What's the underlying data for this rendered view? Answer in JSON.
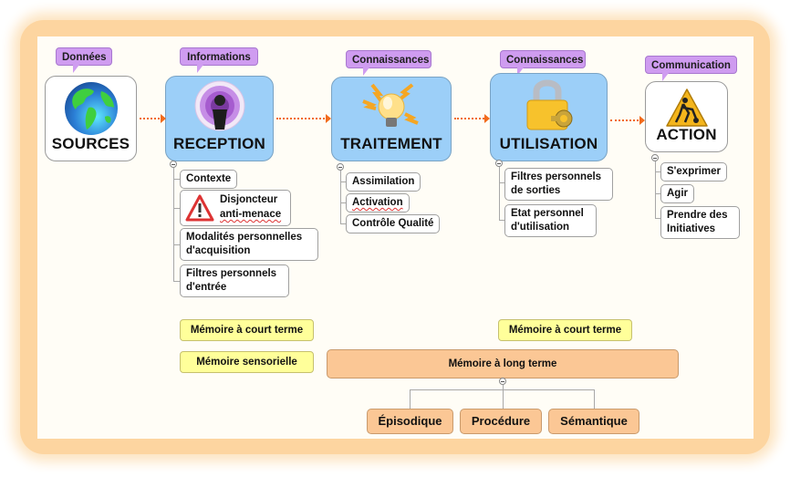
{
  "stages": [
    {
      "id": "sources",
      "callout": "Données",
      "title": "SOURCES",
      "icon": "globe-icon",
      "style": "white"
    },
    {
      "id": "reception",
      "callout": "Informations",
      "title": "RECEPTION",
      "icon": "podcast-icon",
      "style": "blue"
    },
    {
      "id": "traitement",
      "callout": "Connaissances",
      "title": "TRAITEMENT",
      "icon": "lightbulb-icon",
      "style": "blue"
    },
    {
      "id": "utilisation",
      "callout": "Connaissances",
      "title": "UTILISATION",
      "icon": "padlock-key-icon",
      "style": "blue"
    },
    {
      "id": "action",
      "callout": "Communication",
      "title": "ACTION",
      "icon": "construction-worker-icon",
      "style": "white"
    }
  ],
  "reception_children": {
    "contexte": "Contexte",
    "disjoncteur_l1": "Disjoncteur",
    "disjoncteur_l2": "anti-menace",
    "modalites_l1": "Modalités personnelles",
    "modalites_l2": "d'acquisition",
    "filtres_l1": "Filtres personnels",
    "filtres_l2": "d'entrée"
  },
  "traitement_children": [
    "Assimilation",
    "Activation",
    "Contrôle Qualité"
  ],
  "utilisation_children": {
    "filtres_l1": "Filtres personnels",
    "filtres_l2": "de sorties",
    "etat_l1": "Etat personnel",
    "etat_l2": "d'utilisation"
  },
  "action_children": {
    "exprimer": "S'exprimer",
    "agir": "Agir",
    "prendre_l1": "Prendre des",
    "prendre_l2": "Initiatives"
  },
  "memory": {
    "court_terme_left": "Mémoire à court terme",
    "sensorielle": "Mémoire sensorielle",
    "court_terme_right": "Mémoire à court terme",
    "long_terme": "Mémoire à long terme",
    "long_terme_children": [
      "Épisodique",
      "Procédure",
      "Sémantique"
    ]
  },
  "colors": {
    "frame": "#fdd5a0",
    "callout": "#cf9cf0",
    "blue_node": "#9ccff8",
    "arrow": "#f26b1c",
    "yellow_memory": "#ffff9a",
    "orange_memory": "#fbc795"
  }
}
